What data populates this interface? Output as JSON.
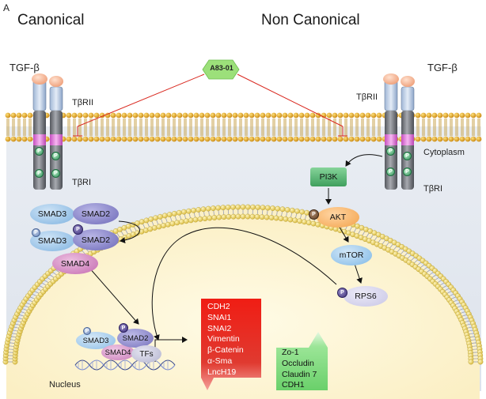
{
  "panel_label": "A",
  "headings": {
    "left": "Canonical",
    "right": "Non Canonical"
  },
  "inhibitor": "A83-01",
  "receptor_labels": {
    "ligand_left": "TGF-β",
    "ligand_right": "TGF-β",
    "type2_left": "TβRII",
    "type2_right": "TβRII",
    "type1_left": "TβRI",
    "type1_right": "TβRI",
    "cytoplasm": "Cytoplasm"
  },
  "phospho": "P",
  "canonical": {
    "smad3": "SMAD3",
    "smad2": "SMAD2",
    "smad3_p": "SMAD3",
    "smad2_p": "SMAD2",
    "smad4": "SMAD4",
    "complex": {
      "smad3": "SMAD3",
      "smad2": "SMAD2",
      "smad4": "SMAD4",
      "tfs": "TFs"
    }
  },
  "noncanonical": {
    "pi3k": "PI3K",
    "akt": "AKT",
    "mtor": "mTOR",
    "rps6": "RPS6"
  },
  "nucleus_label": "Nucleus",
  "genes_up": [
    "CDH2",
    "SNAI1",
    "SNAI2",
    "Vimentin",
    "β-Catenin",
    "α-Sma",
    "LncH19"
  ],
  "genes_down": [
    "Zo-1",
    "Occludin",
    "Claudin 7",
    "CDH1"
  ],
  "colors": {
    "membrane_head": "#e8a21e",
    "receptor_body": "#7a7d84",
    "receptor_pink": "#e070d8",
    "smad_blue": "#7fb3e0",
    "smad_purple": "#6d69b8",
    "smad4_pink": "#c46ab0",
    "pi3k_green": "#4caf6a",
    "akt_orange": "#f3a24a",
    "mtor_blue": "#7fb8e6",
    "rps6_lilac": "#c8c6e6",
    "up_red": "#e2231a",
    "down_green": "#7ed77a",
    "inhibitor_green": "#9ce07a"
  }
}
